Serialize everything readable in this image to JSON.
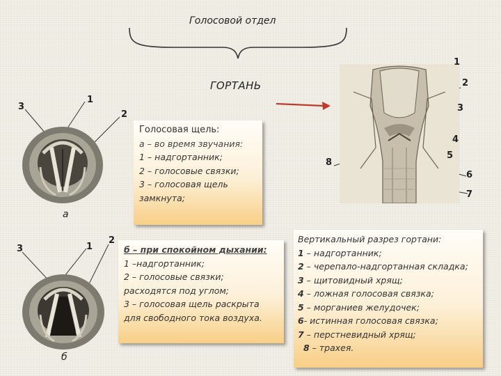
{
  "title": "Голосовой отдел",
  "organ": "ГОРТАНЬ",
  "figure_a": {
    "letter": "а",
    "callouts": [
      "1",
      "2",
      "3"
    ]
  },
  "figure_b": {
    "letter": "б",
    "callouts": [
      "1",
      "2",
      "3"
    ]
  },
  "figure_section": {
    "callouts": [
      "1",
      "2",
      "3",
      "4",
      "5",
      "6",
      "7",
      "8"
    ]
  },
  "panel_a": {
    "heading": "Голосовая щель:",
    "subheading": "а – во время звучания:",
    "lines": [
      "1 – надгортанник;",
      "2 – голосовые связки;",
      "3 – голосовая щель",
      "замкнута;"
    ]
  },
  "panel_b": {
    "subheading": "б – при спокойном дыхании:",
    "lines": [
      "1 –надгортанник;",
      "2 – голосовые связки;",
      "расходятся под углом;",
      "3 – голосовая щель раскрыта",
      "для свободного тока воздуха."
    ]
  },
  "panel_section": {
    "heading": "Вертикальный разрез гортани:",
    "items": [
      {
        "n": "1",
        "text": " – надгортанник;"
      },
      {
        "n": "2",
        "text": " – черепало-надгортанная складка;"
      },
      {
        "n": "3",
        "text": " – щитовидный хрящ;"
      },
      {
        "n": "4",
        "text": " – ложная голосовая связка;"
      },
      {
        "n": "5",
        "text": " – морганиев желудочек;"
      },
      {
        "n": "6",
        "text": "- истинная голосовая связка;"
      },
      {
        "n": "7",
        "text": " – перстневидный хрящ;"
      },
      {
        "n": "8",
        "text": " – трахея."
      }
    ]
  },
  "colors": {
    "panel_gradient_top": "#fffdf8",
    "panel_gradient_bottom": "#f8cf86",
    "arrow": "#c0392b"
  }
}
